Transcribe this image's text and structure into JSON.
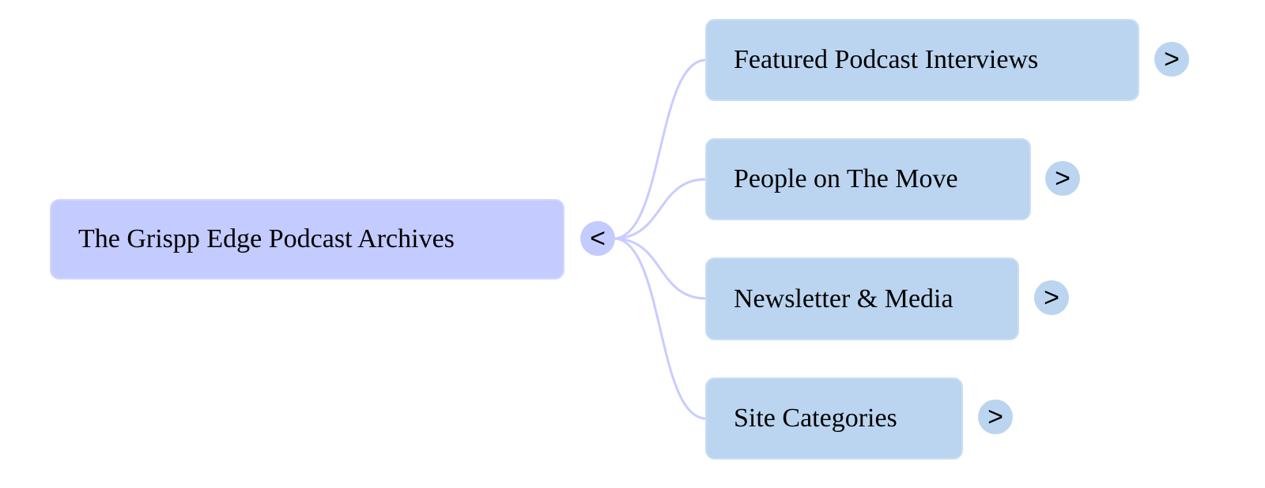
{
  "root": {
    "label": "The Grispp Edge Podcast Archives",
    "toggle": "<"
  },
  "children": [
    {
      "label": "Featured Podcast Interviews",
      "toggle": ">"
    },
    {
      "label": "People on The Move",
      "toggle": ">"
    },
    {
      "label": "Newsletter & Media",
      "toggle": ">"
    },
    {
      "label": "Site Categories",
      "toggle": ">"
    }
  ],
  "colors": {
    "root": "#c4cbff",
    "child": "#bbd5f0",
    "link": "#c8ccff"
  }
}
